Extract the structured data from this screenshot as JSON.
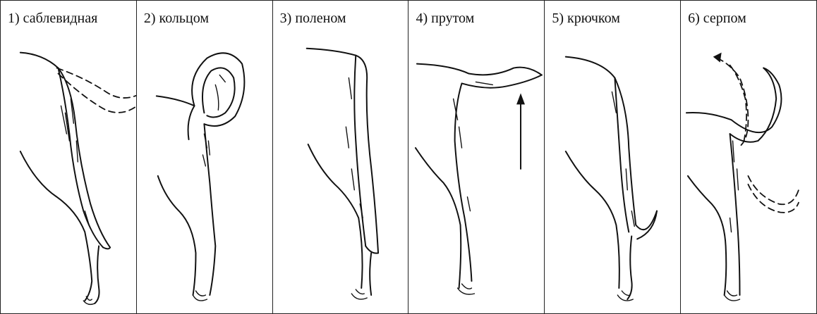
{
  "panels": [
    {
      "label": "1) саблевидная"
    },
    {
      "label": "2) кольцом"
    },
    {
      "label": "3) поленом"
    },
    {
      "label": "4) прутом"
    },
    {
      "label": "5) крючком"
    },
    {
      "label": "6) серпом"
    }
  ]
}
